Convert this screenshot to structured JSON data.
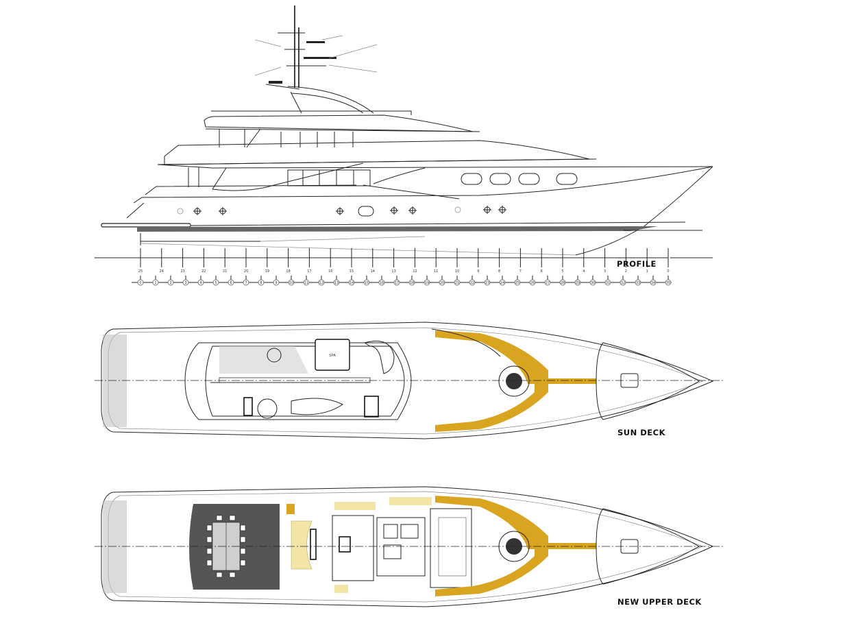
{
  "drawing": {
    "views": [
      {
        "id": "profile",
        "label": "PROFILE"
      },
      {
        "id": "sun_deck",
        "label": "SUN DECK"
      },
      {
        "id": "upper_deck",
        "label": "NEW UPPER DECK"
      }
    ],
    "sun_deck_room_labels": {
      "spa": "SPA"
    },
    "frame_numbers_upper": [
      "25",
      "24",
      "23",
      "22",
      "21",
      "20",
      "19",
      "18",
      "17",
      "16",
      "15",
      "14",
      "13",
      "12",
      "11",
      "10",
      "9",
      "8",
      "7",
      "6",
      "5",
      "4",
      "3",
      "2",
      "1",
      "0"
    ],
    "frame_numbers_lower": [
      "0",
      "1",
      "2",
      "3",
      "4",
      "5",
      "6",
      "7",
      "8",
      "9",
      "10",
      "11",
      "12",
      "13",
      "14",
      "15",
      "16",
      "17",
      "18",
      "19",
      "20",
      "21",
      "22",
      "23",
      "24",
      "25",
      "26",
      "27",
      "28",
      "29",
      "30",
      "31",
      "32",
      "33",
      "34",
      "35"
    ],
    "colors": {
      "teak_deck": "#d9a520",
      "light_teak": "#f3e4a8",
      "dining_floor": "#555555",
      "line": "#222222"
    }
  }
}
